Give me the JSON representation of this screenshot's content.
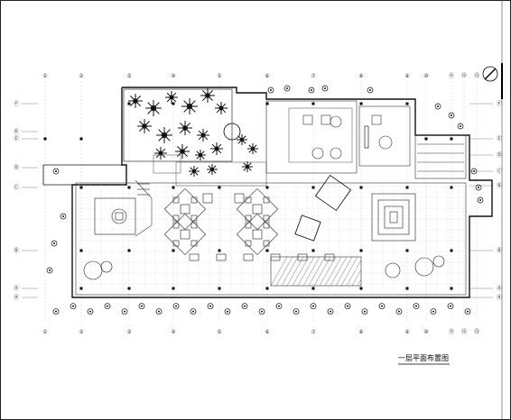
{
  "drawing": {
    "title": "一层平面布置图"
  },
  "grid": {
    "columns_top": [
      "①",
      "②",
      "③",
      "④",
      "⑤",
      "⑥",
      "⑦",
      "⑧",
      "⑨",
      "⑩",
      "⑪",
      "⑫",
      "⑬"
    ],
    "columns_bottom": [
      "①",
      "②",
      "③",
      "④",
      "⑤",
      "⑥",
      "⑦",
      "⑧",
      "⑨",
      "⑩",
      "⑪",
      "⑫",
      "⑬"
    ],
    "rows_left": [
      "Ⓕ",
      "Ⓚ",
      "Ⓔ",
      "Ⓓ",
      "Ⓒ",
      "Ⓑ",
      "Ⓐ",
      "Ⓐ"
    ],
    "rows_right": [
      "Ⓕ",
      "Ⓔ",
      "Ⓓ",
      "Ⓒ",
      "Ⓑ",
      "Ⓑ",
      "Ⓐ",
      "Ⓐ"
    ]
  },
  "north_arrow": "north-arrow-icon"
}
